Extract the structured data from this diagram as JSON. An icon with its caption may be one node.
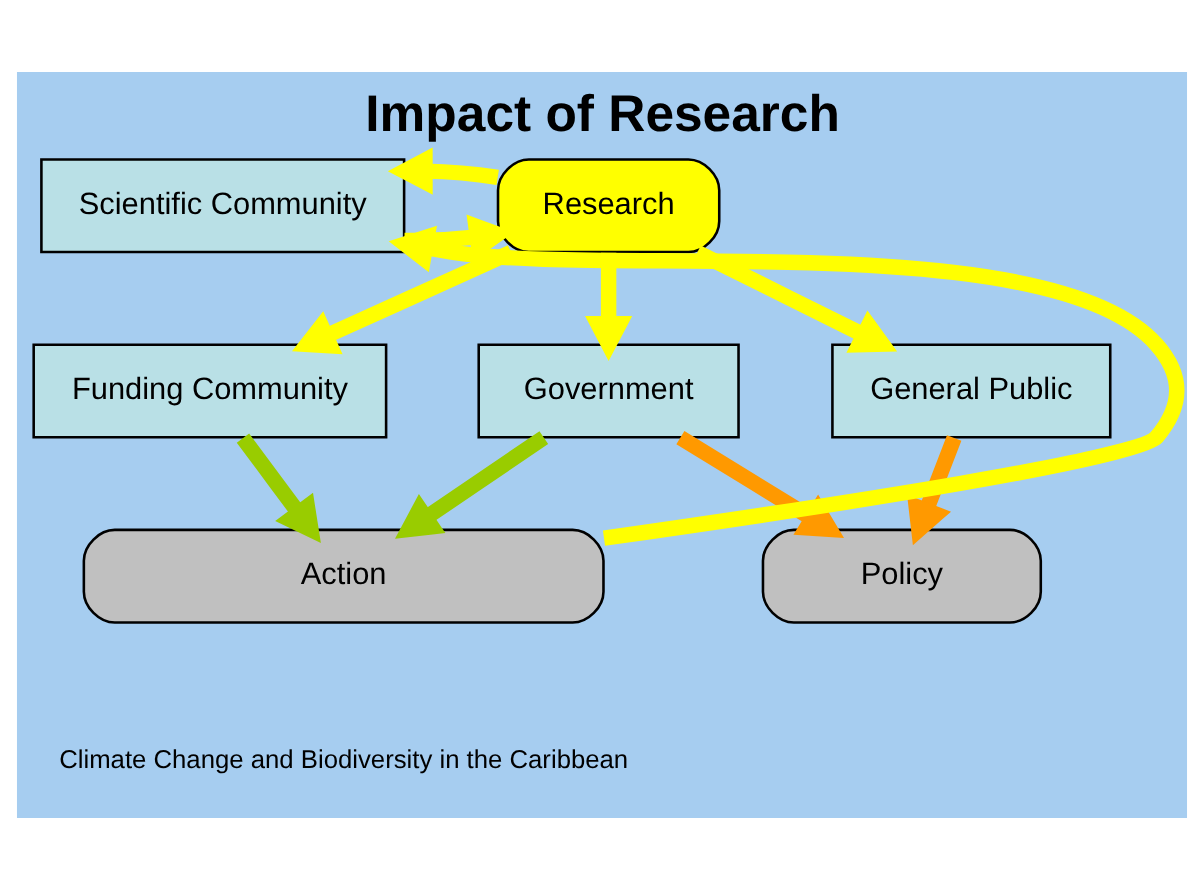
{
  "diagram": {
    "title": "Impact of Research",
    "caption": "Climate Change and Biodiversity in the Caribbean",
    "nodes": [
      {
        "text": [
          "Scientific Community"
        ]
      },
      {
        "text": [
          "Research"
        ]
      },
      {
        "text": [
          "Funding Community"
        ]
      },
      {
        "text": [
          "General Public"
        ]
      },
      {
        "text": [
          "Government"
        ]
      },
      {
        "text": [
          "Policy"
        ]
      },
      {
        "text": [
          "Action"
        ]
      }
    ],
    "edges": [
      {
        "from": 0,
        "to": 1,
        "arrow": "to"
      },
      {
        "from": 1,
        "to": 2,
        "arrow": "to"
      },
      {
        "from": 1,
        "to": 3,
        "arrow": "to"
      },
      {
        "from": 1,
        "to": 4,
        "arrow": "to"
      },
      {
        "from": 1,
        "to": 0,
        "arrow": "to"
      },
      {
        "from": 6,
        "to": 0,
        "arrow": "to"
      },
      {
        "from": 4,
        "to": 6,
        "arrow": "to",
        "color": "#99cc00"
      },
      {
        "from": 4,
        "to": 5,
        "arrow": "to",
        "color": "#ff9900"
      },
      {
        "from": 3,
        "to": 5,
        "arrow": "to",
        "color": "#ff9900"
      },
      {
        "from": 2,
        "to": 6,
        "arrow": "to",
        "color": "#99cc00"
      }
    ]
  }
}
